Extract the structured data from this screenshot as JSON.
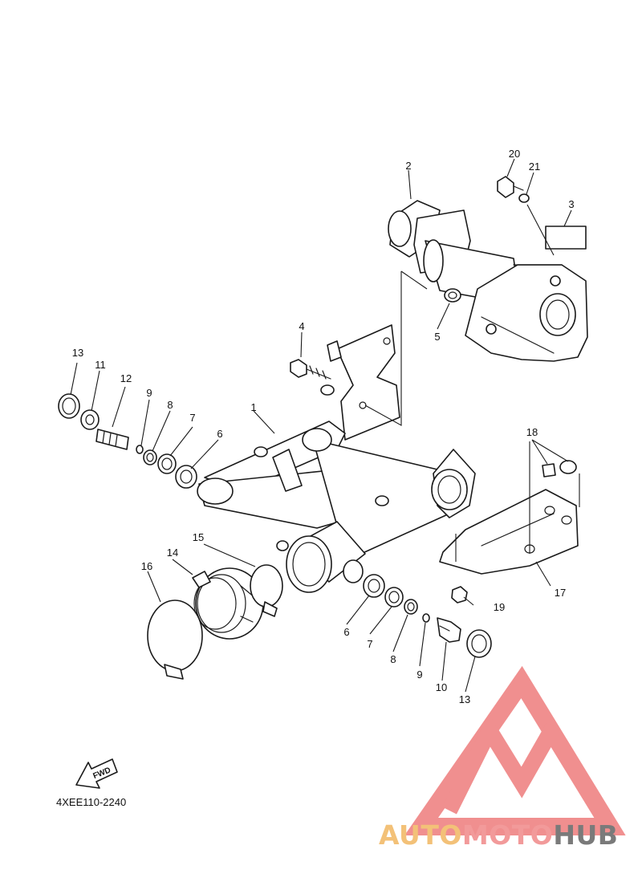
{
  "diagram": {
    "callouts": [
      "1",
      "2",
      "3",
      "4",
      "5",
      "6",
      "7",
      "8",
      "9",
      "10",
      "11",
      "12",
      "13",
      "14",
      "15",
      "16",
      "17",
      "18",
      "19",
      "20",
      "21",
      "6",
      "7",
      "8",
      "9",
      "13"
    ],
    "fwd_label": "FWD",
    "drawing_id": "4XEE110-2240"
  },
  "watermark": {
    "brand_part1": "AUTO",
    "brand_part2": "MOTO",
    "brand_part3": "HUB",
    "colors": {
      "triangle": "#f08a8a",
      "auto": "#f3c178",
      "moto": "#f29a9a",
      "hub": "#7a7a7a"
    }
  }
}
